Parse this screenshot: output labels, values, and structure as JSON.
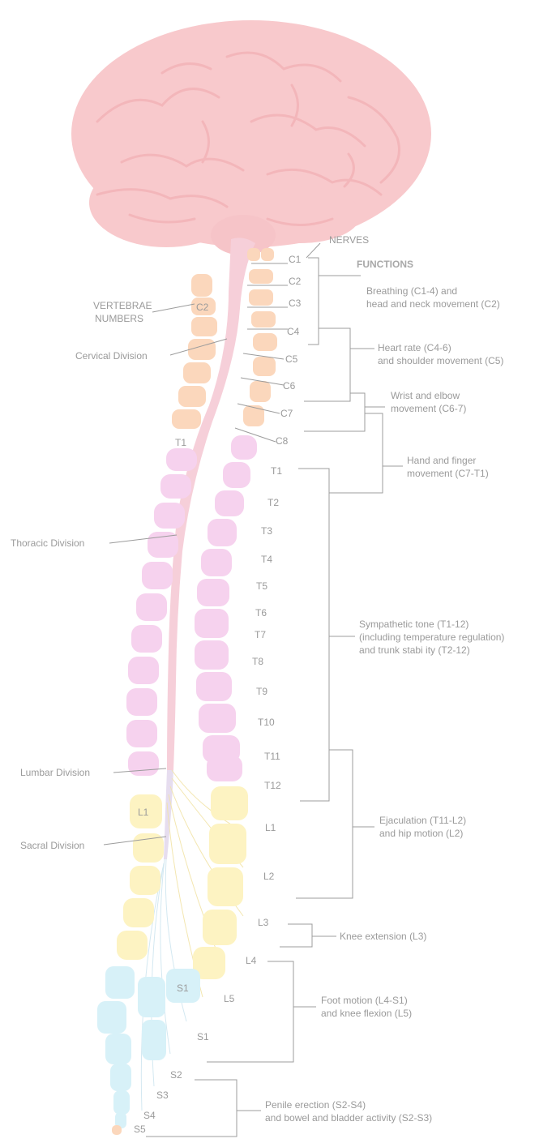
{
  "labels": {
    "nerves": "NERVES",
    "functions": "FUNCTIONS",
    "vertebrae_numbers_line1": "VERTEBRAE",
    "vertebrae_numbers_line2": "NUMBERS"
  },
  "divisions": {
    "cervical": "Cervical Division",
    "thoracic": "Thoracic Division",
    "lumbar": "Lumbar Division",
    "sacral": "Sacral Division"
  },
  "vertebra_labels": {
    "c2": "C2",
    "t1": "T1",
    "l1": "L1",
    "s1": "S1"
  },
  "nerves": [
    "C1",
    "C2",
    "C3",
    "C4",
    "C5",
    "C6",
    "C7",
    "C8",
    "T1",
    "T2",
    "T3",
    "T4",
    "T5",
    "T6",
    "T7",
    "T8",
    "T9",
    "T10",
    "T11",
    "T12",
    "L1",
    "L2",
    "L3",
    "L4",
    "L5",
    "S1",
    "S2",
    "S3",
    "S4",
    "S5"
  ],
  "functions": [
    {
      "id": "breathing",
      "lines": [
        "Breathing (C1-4) and",
        "head and neck movement (C2)"
      ]
    },
    {
      "id": "heart",
      "lines": [
        "Heart rate (C4-6)",
        "and shoulder movement (C5)"
      ]
    },
    {
      "id": "wrist",
      "lines": [
        "Wrist and elbow",
        "movement (C6-7)"
      ]
    },
    {
      "id": "hand",
      "lines": [
        "Hand and finger",
        "movement (C7-T1)"
      ]
    },
    {
      "id": "sympathetic",
      "lines": [
        "Sympathetic tone (T1-12)",
        "(including temperature regulation)",
        "and trunk stabi ity (T2-12)"
      ]
    },
    {
      "id": "ejaculation",
      "lines": [
        "Ejaculation (T11-L2)",
        "and hip motion (L2)"
      ]
    },
    {
      "id": "knee",
      "lines": [
        "Knee extension (L3)"
      ]
    },
    {
      "id": "foot",
      "lines": [
        "Foot motion (L4-S1)",
        "and knee flexion (L5)"
      ]
    },
    {
      "id": "penile",
      "lines": [
        "Penile erection (S2-S4)",
        "and bowel and bladder activity (S2-S3)"
      ]
    }
  ],
  "colors": {
    "brain": "#f8c9cc",
    "brain_fold": "#f3b6ba",
    "cervical": "#fbd7bc",
    "thoracic": "#f6d2ee",
    "lumbar": "#fdf3c2",
    "sacral": "#d7f1f8",
    "cord": "#f6cfd9",
    "line": "#9c9c9c",
    "text": "#9a9a9a"
  }
}
